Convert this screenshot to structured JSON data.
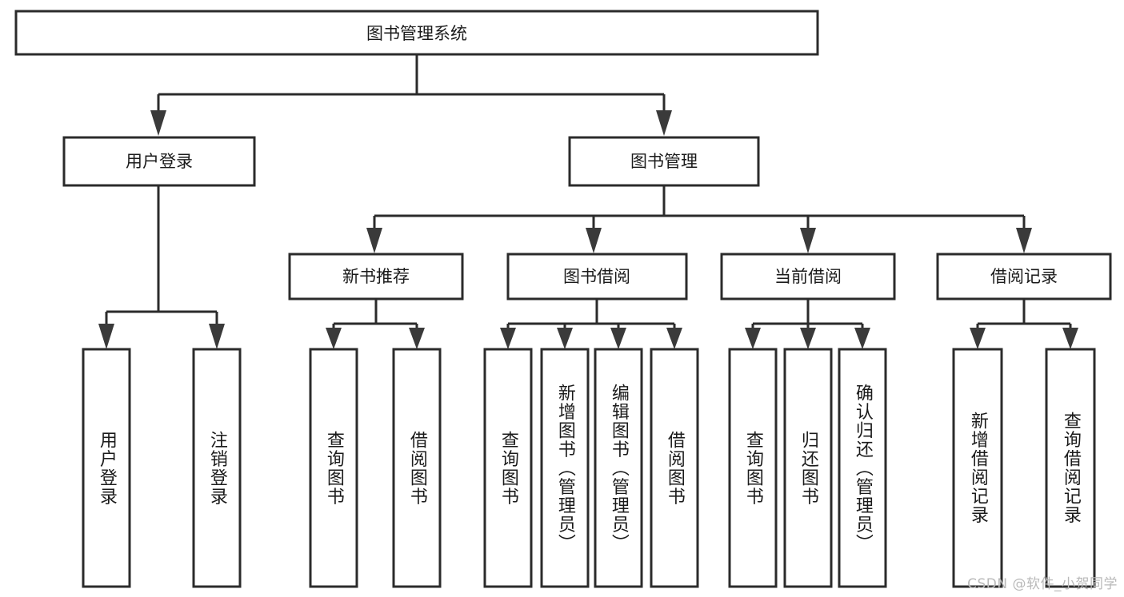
{
  "diagram": {
    "type": "tree",
    "title": "图书管理系统",
    "orientation": "top-down",
    "colors": {
      "box_stroke": "#2b2b2b",
      "box_fill": "#ffffff",
      "line": "#2b2b2b",
      "arrow": "#3a3a3a",
      "text": "#1b1b1b",
      "watermark": "#b9b9b9",
      "background": "#ffffff"
    },
    "root": {
      "id": "root",
      "label": "图书管理系统"
    },
    "level2": [
      {
        "id": "user-login",
        "label": "用户登录"
      },
      {
        "id": "book-manage",
        "label": "图书管理"
      }
    ],
    "level3": [
      {
        "id": "new-book-recommend",
        "label": "新书推荐",
        "parent": "book-manage"
      },
      {
        "id": "book-borrow",
        "label": "图书借阅",
        "parent": "book-manage"
      },
      {
        "id": "current-borrow",
        "label": "当前借阅",
        "parent": "book-manage"
      },
      {
        "id": "borrow-record",
        "label": "借阅记录",
        "parent": "book-manage"
      }
    ],
    "leaves": [
      {
        "id": "leaf-user-login",
        "label": "用户登录",
        "parent": "user-login"
      },
      {
        "id": "leaf-user-logout",
        "label": "注销登录",
        "parent": "user-login"
      },
      {
        "id": "leaf-query-book-1",
        "label": "查询图书",
        "parent": "new-book-recommend"
      },
      {
        "id": "leaf-borrow-book-1",
        "label": "借阅图书",
        "parent": "new-book-recommend"
      },
      {
        "id": "leaf-query-book-2",
        "label": "查询图书",
        "parent": "book-borrow"
      },
      {
        "id": "leaf-add-book",
        "label": "新增图书（管理员）",
        "parent": "book-borrow"
      },
      {
        "id": "leaf-edit-book",
        "label": "编辑图书（管理员）",
        "parent": "book-borrow"
      },
      {
        "id": "leaf-borrow-book-2",
        "label": "借阅图书",
        "parent": "book-borrow"
      },
      {
        "id": "leaf-query-book-3",
        "label": "查询图书",
        "parent": "current-borrow"
      },
      {
        "id": "leaf-return-book",
        "label": "归还图书",
        "parent": "current-borrow"
      },
      {
        "id": "leaf-confirm-return",
        "label": "确认归还（管理员）",
        "parent": "current-borrow"
      },
      {
        "id": "leaf-add-record",
        "label": "新增借阅记录",
        "parent": "borrow-record"
      },
      {
        "id": "leaf-query-record",
        "label": "查询借阅记录",
        "parent": "borrow-record"
      }
    ]
  },
  "watermark": {
    "text": "CSDN @软件_小贺同学"
  }
}
